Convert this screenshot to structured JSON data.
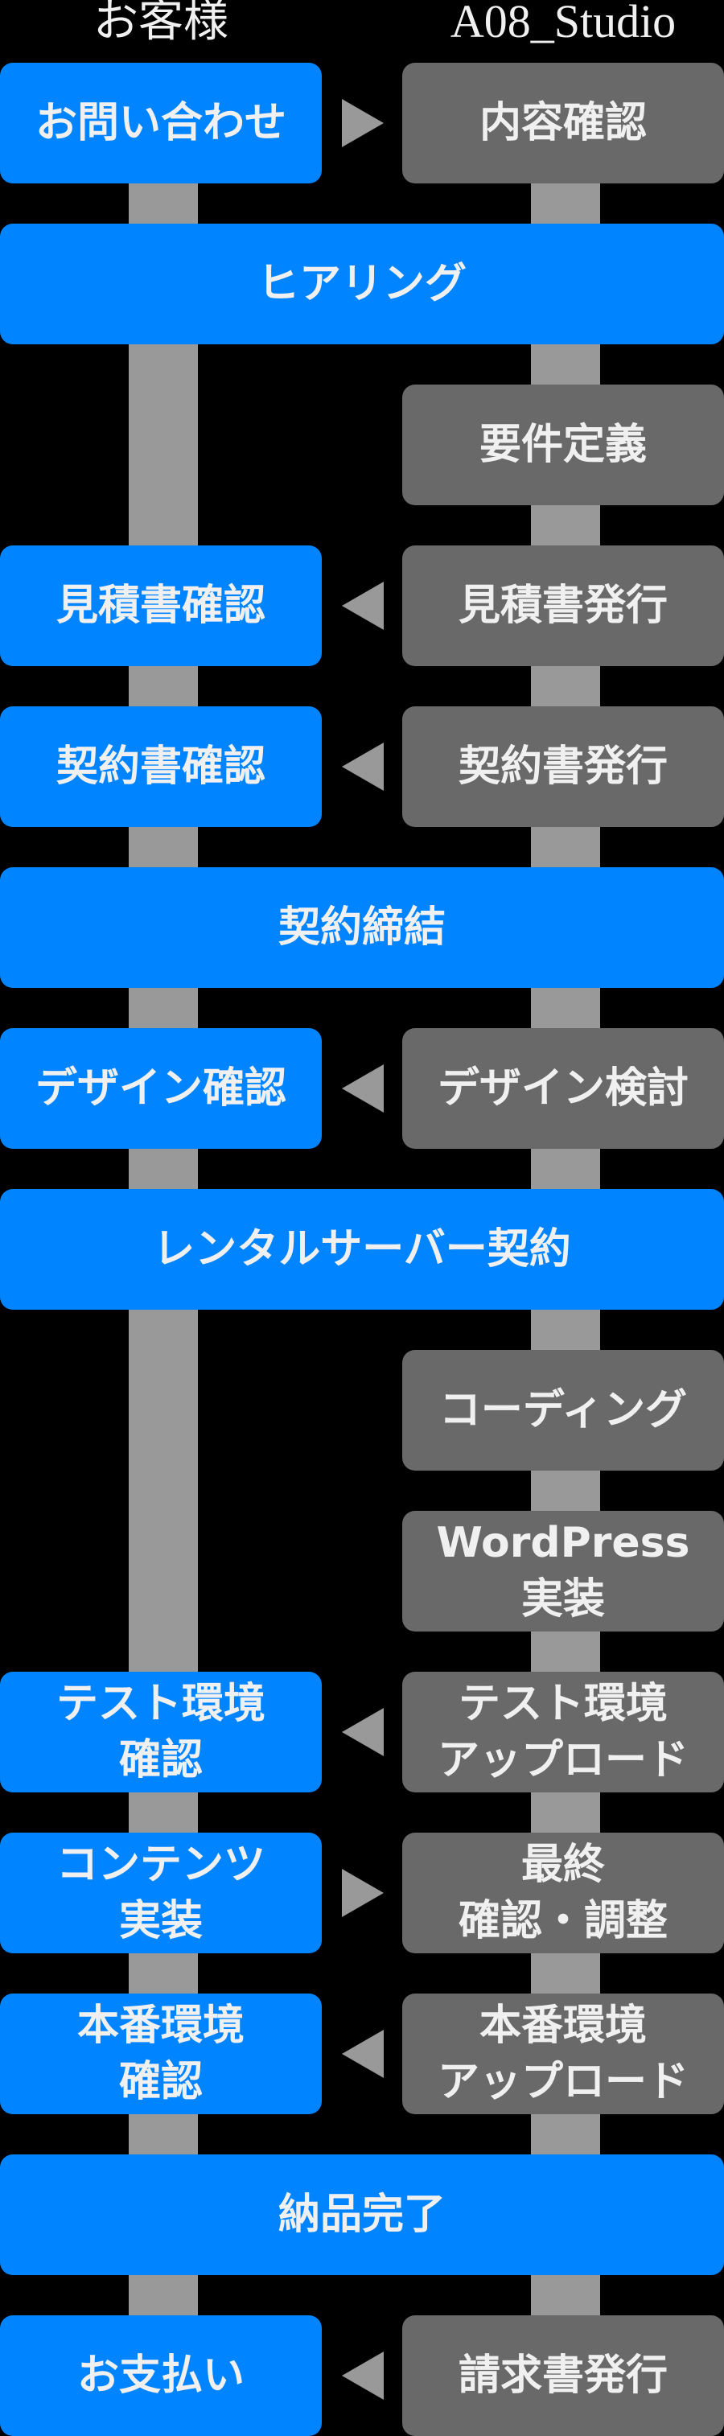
{
  "headers": {
    "customer": "お客様",
    "studio": "A08_Studio"
  },
  "colors": {
    "customer_box": "#0084ff",
    "studio_box": "#696969",
    "lane_bar": "#999999",
    "arrow": "#999999",
    "text": "#f0f0f0",
    "background": "#000000"
  },
  "steps": [
    {
      "row": 0,
      "customer": [
        "お問い合わせ"
      ],
      "arrow": "right",
      "studio": [
        "内容確認"
      ]
    },
    {
      "row": 1,
      "joint": [
        "ヒアリング"
      ]
    },
    {
      "row": 2,
      "studio": [
        "要件定義"
      ]
    },
    {
      "row": 3,
      "customer": [
        "見積書確認"
      ],
      "arrow": "left",
      "studio": [
        "見積書発行"
      ]
    },
    {
      "row": 4,
      "customer": [
        "契約書確認"
      ],
      "arrow": "left",
      "studio": [
        "契約書発行"
      ]
    },
    {
      "row": 5,
      "joint": [
        "契約締結"
      ]
    },
    {
      "row": 6,
      "customer": [
        "デザイン確認"
      ],
      "arrow": "left",
      "studio": [
        "デザイン検討"
      ]
    },
    {
      "row": 7,
      "joint": [
        "レンタルサーバー契約"
      ]
    },
    {
      "row": 8,
      "studio": [
        "コーディング"
      ]
    },
    {
      "row": 9,
      "studio": [
        "WordPress",
        "実装"
      ]
    },
    {
      "row": 10,
      "customer": [
        "テスト環境",
        "確認"
      ],
      "arrow": "left",
      "studio": [
        "テスト環境",
        "アップロード"
      ]
    },
    {
      "row": 11,
      "customer": [
        "コンテンツ",
        "実装"
      ],
      "arrow": "right",
      "studio": [
        "最終",
        "確認・調整"
      ]
    },
    {
      "row": 12,
      "customer": [
        "本番環境",
        "確認"
      ],
      "arrow": "left",
      "studio": [
        "本番環境",
        "アップロード"
      ]
    },
    {
      "row": 13,
      "joint": [
        "納品完了"
      ]
    },
    {
      "row": 14,
      "customer": [
        "お支払い"
      ],
      "arrow": "left",
      "studio": [
        "請求書発行"
      ]
    }
  ]
}
